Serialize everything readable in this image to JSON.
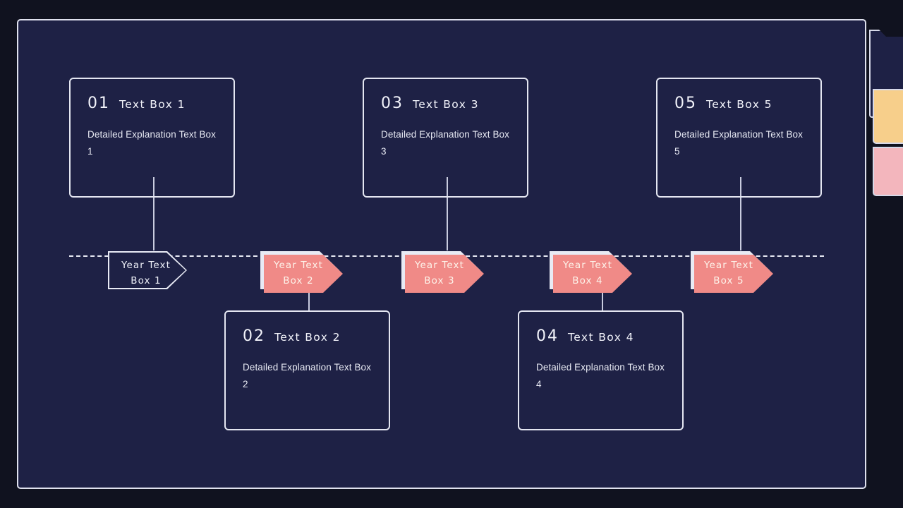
{
  "theme": {
    "page_background": "#10121f",
    "panel_background": "#1e2145",
    "line_color": "#e4e6f1",
    "accent_salmon": "#f08a87",
    "accent_yellow": "#f7cf8b",
    "accent_pink": "#f3b6bd"
  },
  "timeline": {
    "markers": [
      {
        "label": "Year Text\nBox 1",
        "style": "hollow"
      },
      {
        "label": "Year Text\nBox 2",
        "style": "filled"
      },
      {
        "label": "Year Text\nBox 3",
        "style": "filled"
      },
      {
        "label": "Year Text\nBox 4",
        "style": "filled"
      },
      {
        "label": "Year Text\nBox 5",
        "style": "filled"
      }
    ]
  },
  "cards": [
    {
      "number": "01",
      "title": "Text Box 1",
      "description": "Detailed Explanation Text Box 1",
      "position": "above"
    },
    {
      "number": "02",
      "title": "Text Box 2",
      "description": "Detailed Explanation Text Box 2",
      "position": "below"
    },
    {
      "number": "03",
      "title": "Text Box 3",
      "description": "Detailed Explanation Text Box 3",
      "position": "above"
    },
    {
      "number": "04",
      "title": "Text Box 4",
      "description": "Detailed Explanation Text Box 4",
      "position": "below"
    },
    {
      "number": "05",
      "title": "Text Box 5",
      "description": "Detailed Explanation Text Box 5",
      "position": "above"
    }
  ],
  "edge_decorations": [
    {
      "name": "dark-panel-tab",
      "color": "#1e2145"
    },
    {
      "name": "yellow-tab",
      "color": "#f7cf8b"
    },
    {
      "name": "pink-tab",
      "color": "#f3b6bd"
    }
  ]
}
